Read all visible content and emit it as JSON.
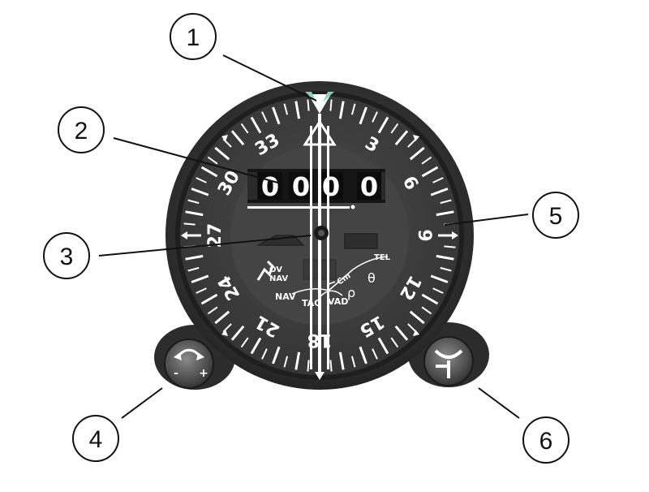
{
  "callouts": [
    {
      "num": "1"
    },
    {
      "num": "2"
    },
    {
      "num": "3"
    },
    {
      "num": "4"
    },
    {
      "num": "5"
    },
    {
      "num": "6"
    }
  ],
  "counter": {
    "digits": [
      "0",
      "0",
      "0",
      "0"
    ]
  },
  "compass_labels": [
    "33",
    "3",
    "6",
    "9",
    "12",
    "15",
    "18",
    "21",
    "24",
    "27",
    "30"
  ],
  "mode_labels": {
    "ov": "OV",
    "nav_top": "NAV",
    "nav": "NAV",
    "tac": "TAC",
    "vad": "VAD",
    "rho": "ρ",
    "theta": "θ",
    "cm": "Cm",
    "tel": "TEL"
  },
  "knobs": {
    "left_minus": "-",
    "left_plus": "+"
  },
  "colors": {
    "bezel": "#2a2a2a",
    "dial": "#3b3b3b",
    "markings": "#ffffff",
    "lubber_top": "#7fd7b0"
  }
}
